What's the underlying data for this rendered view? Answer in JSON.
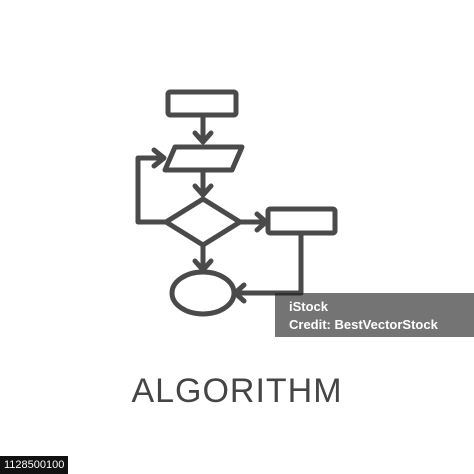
{
  "title": "ALGORITHM",
  "watermark": {
    "line1": "iStock",
    "line2": "Credit: BestVectorStock"
  },
  "stock_id": "1128500100",
  "colors": {
    "stroke": "#4a4a4a",
    "title": "#454545",
    "watermark_bg": "#1e1e1e"
  },
  "icons": [
    "flowchart-icon"
  ]
}
